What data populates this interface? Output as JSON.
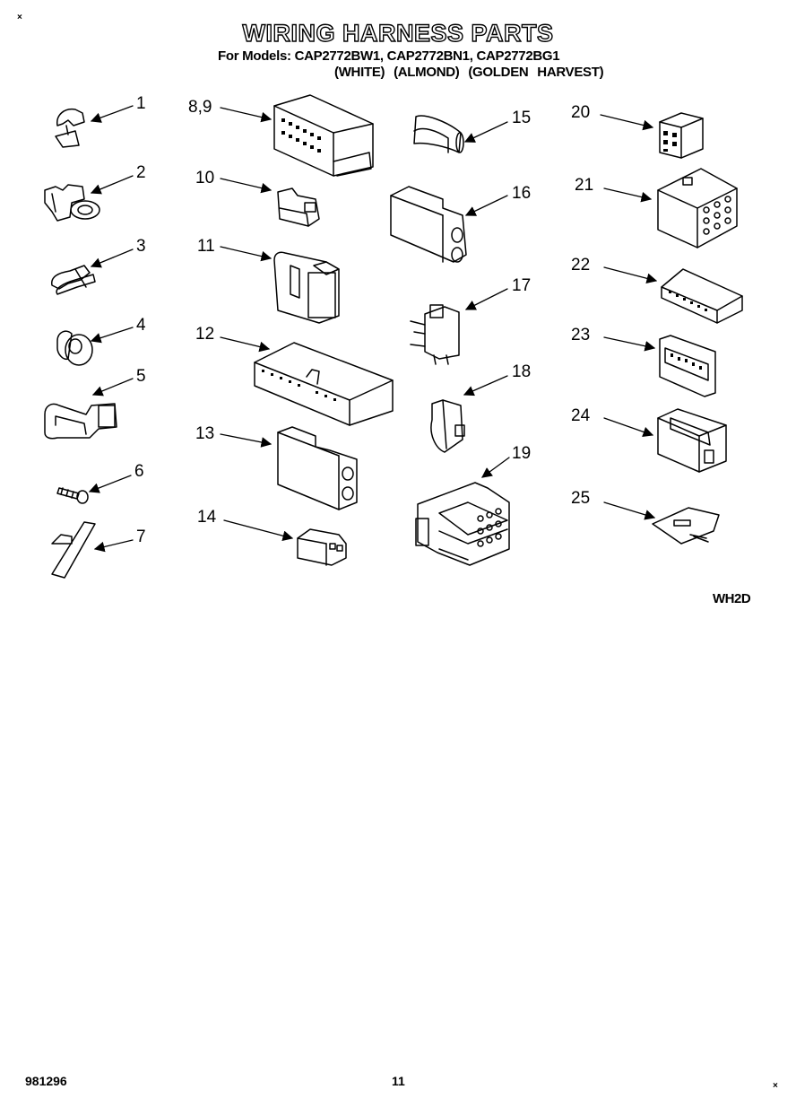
{
  "header": {
    "title": "WIRING HARNESS PARTS",
    "models_line": "For Models: CAP2772BW1, CAP2772BN1, CAP2772BG1",
    "colors_line": "(WHITE)   (ALMOND)  (GOLDEN HARVEST)"
  },
  "part_numbers": {
    "p1": "1",
    "p2": "2",
    "p3": "3",
    "p4": "4",
    "p5": "5",
    "p6": "6",
    "p7": "7",
    "p8_9": "8,9",
    "p10": "10",
    "p11": "11",
    "p12": "12",
    "p13": "13",
    "p14": "14",
    "p15": "15",
    "p16": "16",
    "p17": "17",
    "p18": "18",
    "p19": "19",
    "p20": "20",
    "p21": "21",
    "p22": "22",
    "p23": "23",
    "p24": "24",
    "p25": "25"
  },
  "figure_code": "WH2D",
  "footer": {
    "doc_number": "981296",
    "page_number": "11"
  },
  "corner_marks": {
    "top_left": "×",
    "bottom_right": "×"
  }
}
